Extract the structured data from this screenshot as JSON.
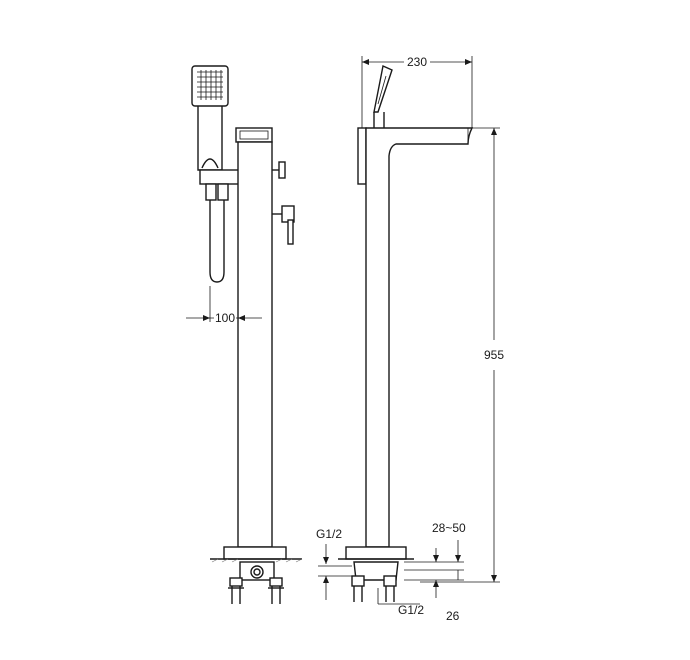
{
  "dimensions": {
    "handle_offset": "100",
    "spout_reach": "230",
    "total_height": "955",
    "inlet_thread_left": "G1/2",
    "inlet_thread_bottom": "G1/2",
    "floor_range": "28~50",
    "base_height": "26"
  }
}
